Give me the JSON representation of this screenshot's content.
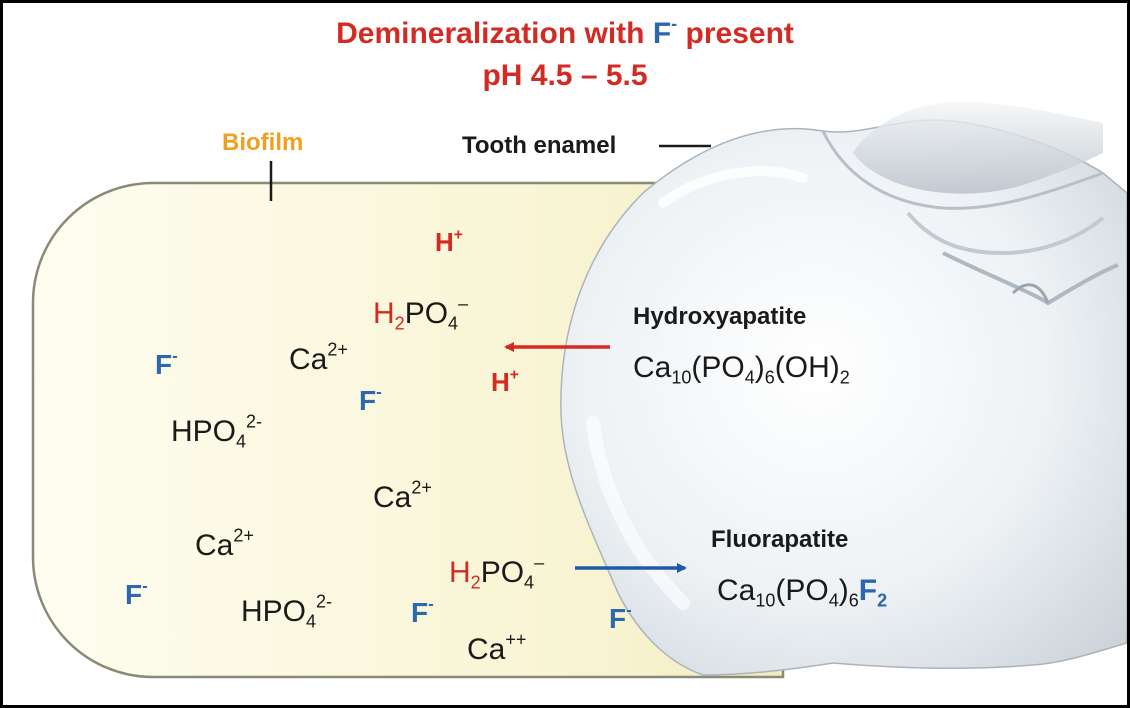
{
  "title": {
    "line1_before": "Demineralization with",
    "fluoride_symbol": "F",
    "fluoride_charge": "-",
    "line1_after": "present",
    "line2": "pH 4.5 – 5.5"
  },
  "labels": {
    "biofilm": "Biofilm",
    "tooth_enamel": "Tooth enamel",
    "hydroxyapatite_name": "Hydroxyapatite",
    "fluorapatite_name": "Fluorapatite"
  },
  "formulas": {
    "hydroxyapatite": {
      "ca": "Ca",
      "ca_n": "10",
      "p1": "(PO",
      "o_n": "4",
      "p2": ")",
      "g_n": "6",
      "oh": "(OH)",
      "oh_n": "2"
    },
    "fluorapatite": {
      "ca": "Ca",
      "ca_n": "10",
      "p1": "(PO",
      "o_n": "4",
      "p2": ")",
      "g_n": "6",
      "f": "F",
      "f_n": "2"
    }
  },
  "ions": {
    "h_plus": {
      "sym": "H",
      "charge": "+"
    },
    "dihydrogen_phosphate": {
      "h": "H",
      "h_n": "2",
      "po": "PO",
      "o_n": "4",
      "charge": "–"
    },
    "calcium": {
      "sym": "Ca",
      "charge": "2+"
    },
    "calcium_alt": {
      "sym": "Ca",
      "charge": "++"
    },
    "fluoride": {
      "sym": "F",
      "charge": "-"
    },
    "hydrogen_phosphate": {
      "po": "HPO",
      "o_n": "4",
      "charge": "2-"
    }
  },
  "colors": {
    "title_red": "#d42a24",
    "fluoride_blue": "#2d67ad",
    "biofilm_orange": "#f0a020",
    "biofilm_fill": "#fbf8dc",
    "arrow_red": "#d42a24",
    "arrow_blue": "#1f5aa6"
  }
}
